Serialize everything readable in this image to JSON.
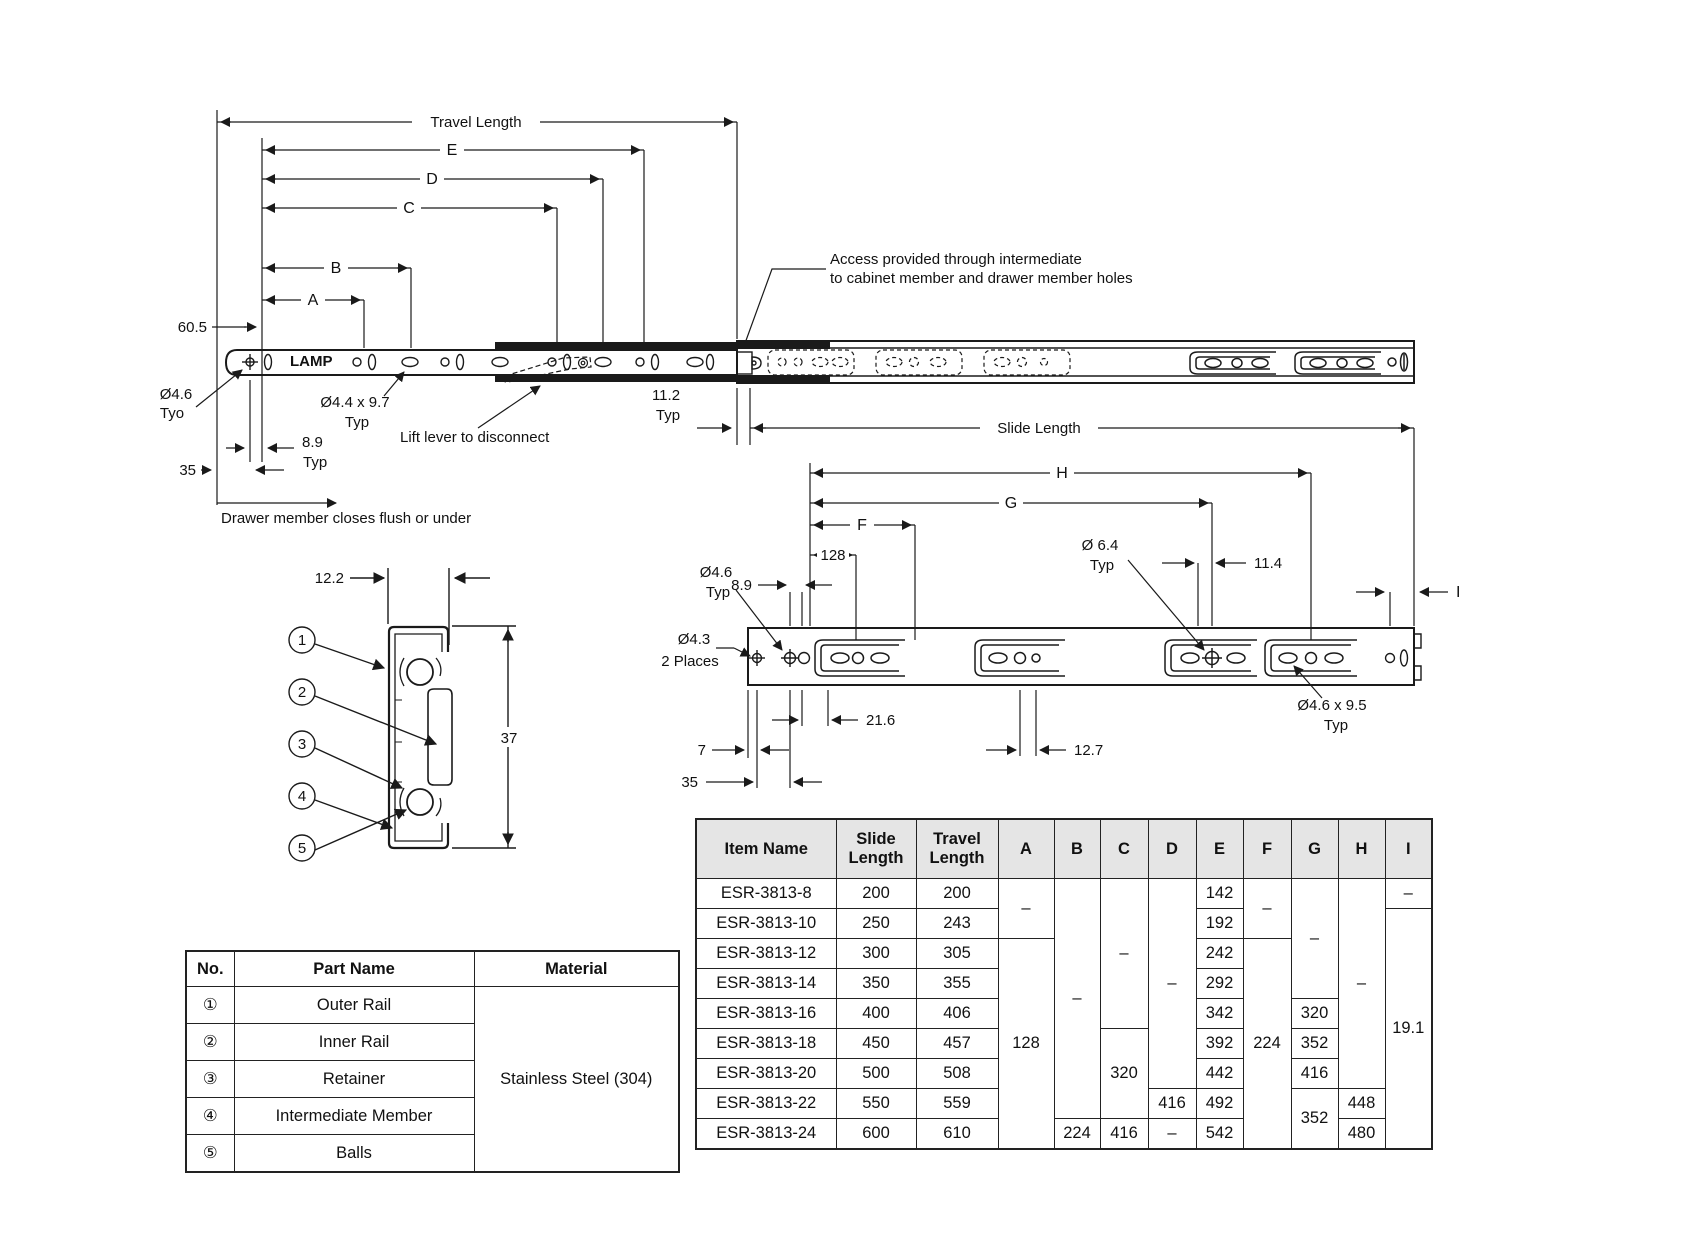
{
  "drawing": {
    "labels": {
      "travel_length": "Travel Length",
      "slide_length": "Slide Length",
      "a": "A",
      "b": "B",
      "c": "C",
      "d": "D",
      "e": "E",
      "f": "F",
      "g": "G",
      "h": "H",
      "i": "I",
      "d60_5": "60.5",
      "d8_9": "8.9",
      "d35": "35",
      "d11_2": "11.2",
      "d128": "128",
      "d11_4": "11.4",
      "d21_6": "21.6",
      "d12_7": "12.7",
      "d7": "7",
      "d12_2": "12.2",
      "d37": "37",
      "dia4_6": "Ø4.6",
      "dia4_4x9_7": "Ø4.4 x 9.7",
      "dia4_6x9_5": "Ø4.6 x 9.5",
      "dia6_4": "Ø 6.4",
      "dia4_3": "Ø4.3",
      "typ": "Typ",
      "tyo": "Tyo",
      "places2": "2 Places",
      "lift_lever": "Lift lever to disconnect",
      "flush_note": "Drawer member closes flush or under",
      "access_line1": "Access provided through intermediate",
      "access_line2": "to cabinet member and drawer member holes",
      "logo": "LAMP",
      "c1": "1",
      "c2": "2",
      "c3": "3",
      "c4": "4",
      "c5": "5"
    }
  },
  "parts_table": {
    "headers": {
      "no": "No.",
      "part_name": "Part Name",
      "material": "Material"
    },
    "rows": [
      {
        "no": "①",
        "name": "Outer Rail"
      },
      {
        "no": "②",
        "name": "Inner Rail"
      },
      {
        "no": "③",
        "name": "Retainer"
      },
      {
        "no": "④",
        "name": "Intermediate Member"
      },
      {
        "no": "⑤",
        "name": "Balls"
      }
    ],
    "material": "Stainless Steel (304)"
  },
  "dim_table": {
    "headers": {
      "item": "Item Name",
      "slide": "Slide Length",
      "travel": "Travel Length",
      "a": "A",
      "b": "B",
      "c": "C",
      "d": "D",
      "e": "E",
      "f": "F",
      "g": "G",
      "h": "H",
      "i": "I"
    },
    "rows": [
      {
        "item": "ESR-3813-8",
        "slide": "200",
        "travel": "200",
        "A": "–",
        "B": "–",
        "C": "–",
        "D": "–",
        "E": "142",
        "F": "–",
        "G": "–",
        "H": "–",
        "I": "–"
      },
      {
        "item": "ESR-3813-10",
        "slide": "250",
        "travel": "243",
        "E": "192",
        "I": "19.1"
      },
      {
        "item": "ESR-3813-12",
        "slide": "300",
        "travel": "305",
        "A": "128",
        "E": "242",
        "F": "224"
      },
      {
        "item": "ESR-3813-14",
        "slide": "350",
        "travel": "355",
        "E": "292"
      },
      {
        "item": "ESR-3813-16",
        "slide": "400",
        "travel": "406",
        "E": "342",
        "G": "320"
      },
      {
        "item": "ESR-3813-18",
        "slide": "450",
        "travel": "457",
        "C": "320",
        "E": "392",
        "G": "352"
      },
      {
        "item": "ESR-3813-20",
        "slide": "500",
        "travel": "508",
        "E": "442",
        "G": "416"
      },
      {
        "item": "ESR-3813-22",
        "slide": "550",
        "travel": "559",
        "D": "416",
        "E": "492",
        "G": "352",
        "H": "448"
      },
      {
        "item": "ESR-3813-24",
        "slide": "600",
        "travel": "610",
        "B": "224",
        "C": "416",
        "D": "–",
        "E": "542",
        "H": "480"
      }
    ]
  }
}
